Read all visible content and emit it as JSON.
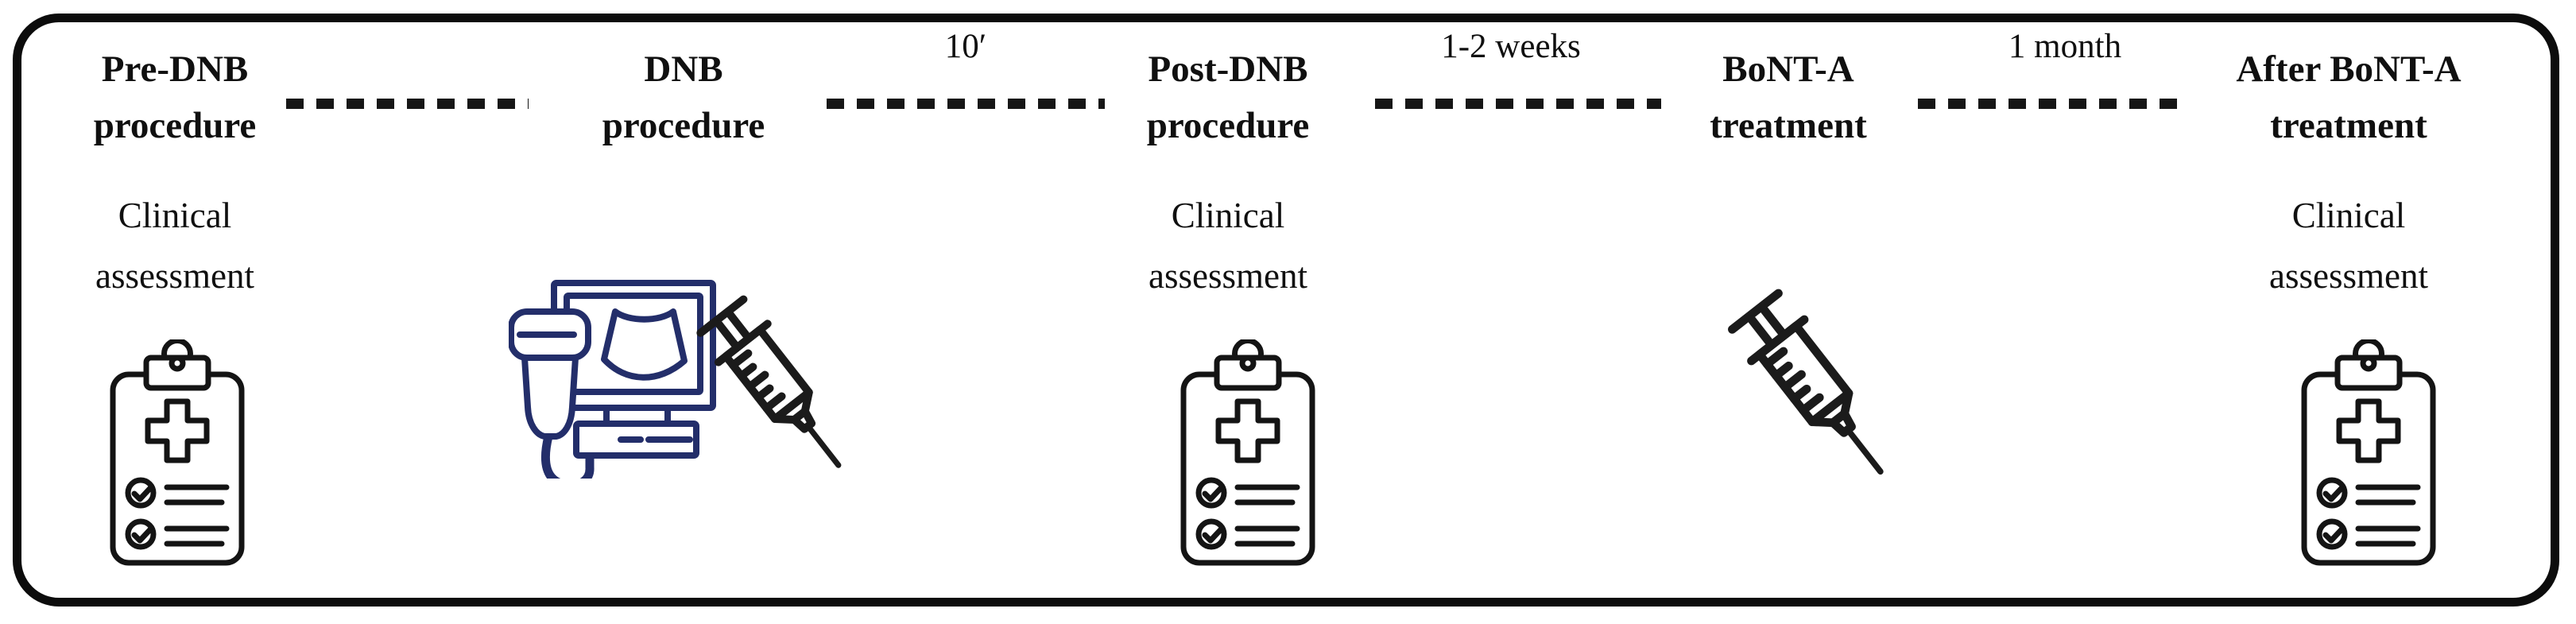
{
  "figure": {
    "description": "Study timeline diagram with five stages connected by dashed arrows and time-interval labels",
    "colors": {
      "ink": "#101010",
      "border": "#0c0c0c",
      "ultrasound_icon": "#232e6a",
      "background": "#ffffff"
    },
    "stages": [
      {
        "id": "pre-dnb",
        "title_line1": "Pre-DNB",
        "title_line2": "procedure",
        "subtitle": "Clinical assessment",
        "icons": [
          "clipboard-checklist"
        ]
      },
      {
        "id": "dnb",
        "title_line1": "DNB",
        "title_line2": "procedure",
        "subtitle": "",
        "icons": [
          "ultrasound-machine",
          "syringe"
        ]
      },
      {
        "id": "post-dnb",
        "title_line1": "Post-DNB",
        "title_line2": "procedure",
        "subtitle": "Clinical assessment",
        "icons": [
          "clipboard-checklist"
        ]
      },
      {
        "id": "bont-a",
        "title_line1": "BoNT-A",
        "title_line2": "treatment",
        "subtitle": "",
        "icons": [
          "syringe"
        ]
      },
      {
        "id": "after-bont-a",
        "title_line1": "After BoNT-A",
        "title_line2": "treatment",
        "subtitle": "Clinical assessment",
        "icons": [
          "clipboard-checklist"
        ]
      }
    ],
    "intervals": [
      {
        "from": "Pre-DNB procedure",
        "to": "DNB procedure",
        "label": ""
      },
      {
        "from": "DNB procedure",
        "to": "Post-DNB procedure",
        "label": "10′"
      },
      {
        "from": "Post-DNB procedure",
        "to": "BoNT-A treatment",
        "label": "1-2 weeks"
      },
      {
        "from": "BoNT-A treatment",
        "to": "After BoNT-A treatment",
        "label": "1 month"
      }
    ]
  }
}
